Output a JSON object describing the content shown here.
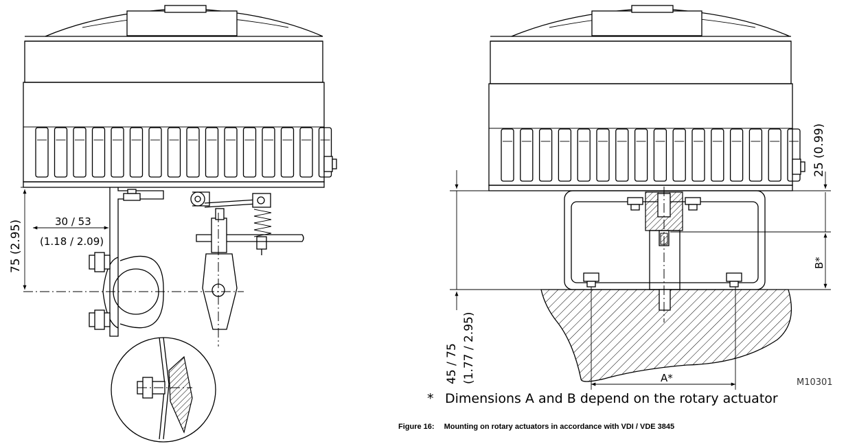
{
  "left_view": {
    "dim_height": "75 (2.95)",
    "dim_offset": "30 / 53",
    "dim_offset_inch": "(1.18 / 2.09)"
  },
  "right_view": {
    "dim_top": "25 (0.99)",
    "dim_b": "B*",
    "dim_a": "A*",
    "dim_left": "45 / 75",
    "dim_left_inch": "(1.77 / 2.95)",
    "drawing_code": "M10301"
  },
  "note": {
    "symbol": "*",
    "text": "Dimensions A and B depend on the rotary actuator"
  },
  "caption": {
    "number": "Figure 16:",
    "text": "Mounting on rotary actuators in accordance with VDI / VDE 3845"
  }
}
